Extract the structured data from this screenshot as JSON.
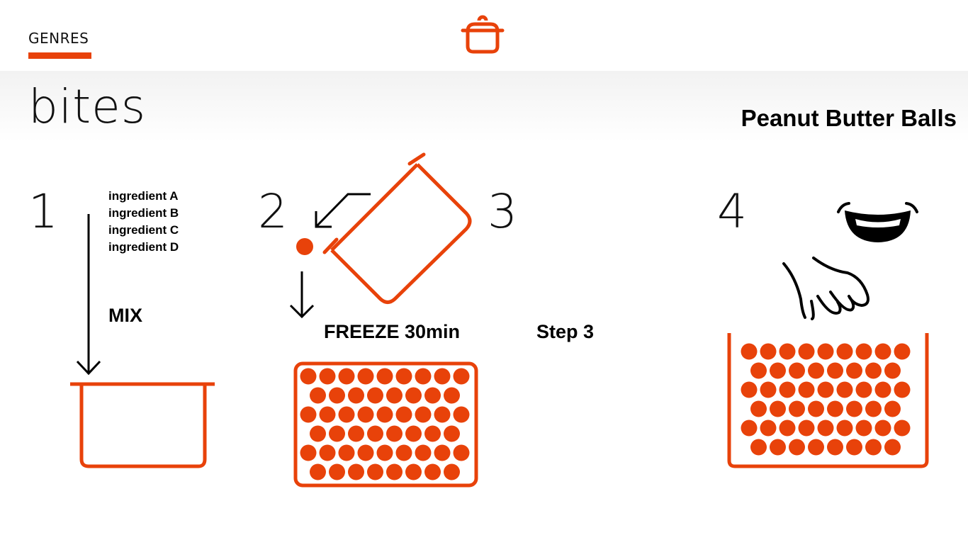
{
  "nav": {
    "genres_label": "GENRES"
  },
  "page": {
    "title": "bites",
    "recipe_title": "Peanut Butter Balls"
  },
  "steps": [
    {
      "number": "1",
      "ingredients": [
        "ingredient A",
        "ingredient B",
        "ingredient C",
        "ingredient D"
      ],
      "action": "MIX"
    },
    {
      "number": "2",
      "action": "FREEZE 30min"
    },
    {
      "number": "3",
      "action": "Step 3"
    },
    {
      "number": "4"
    }
  ],
  "colors": {
    "accent": "#e8420a",
    "text": "#111111"
  },
  "icons": {
    "logo": "cooking-pot-icon",
    "eat": "smiling-mouth-icon",
    "hand": "grabbing-hand-icon"
  }
}
